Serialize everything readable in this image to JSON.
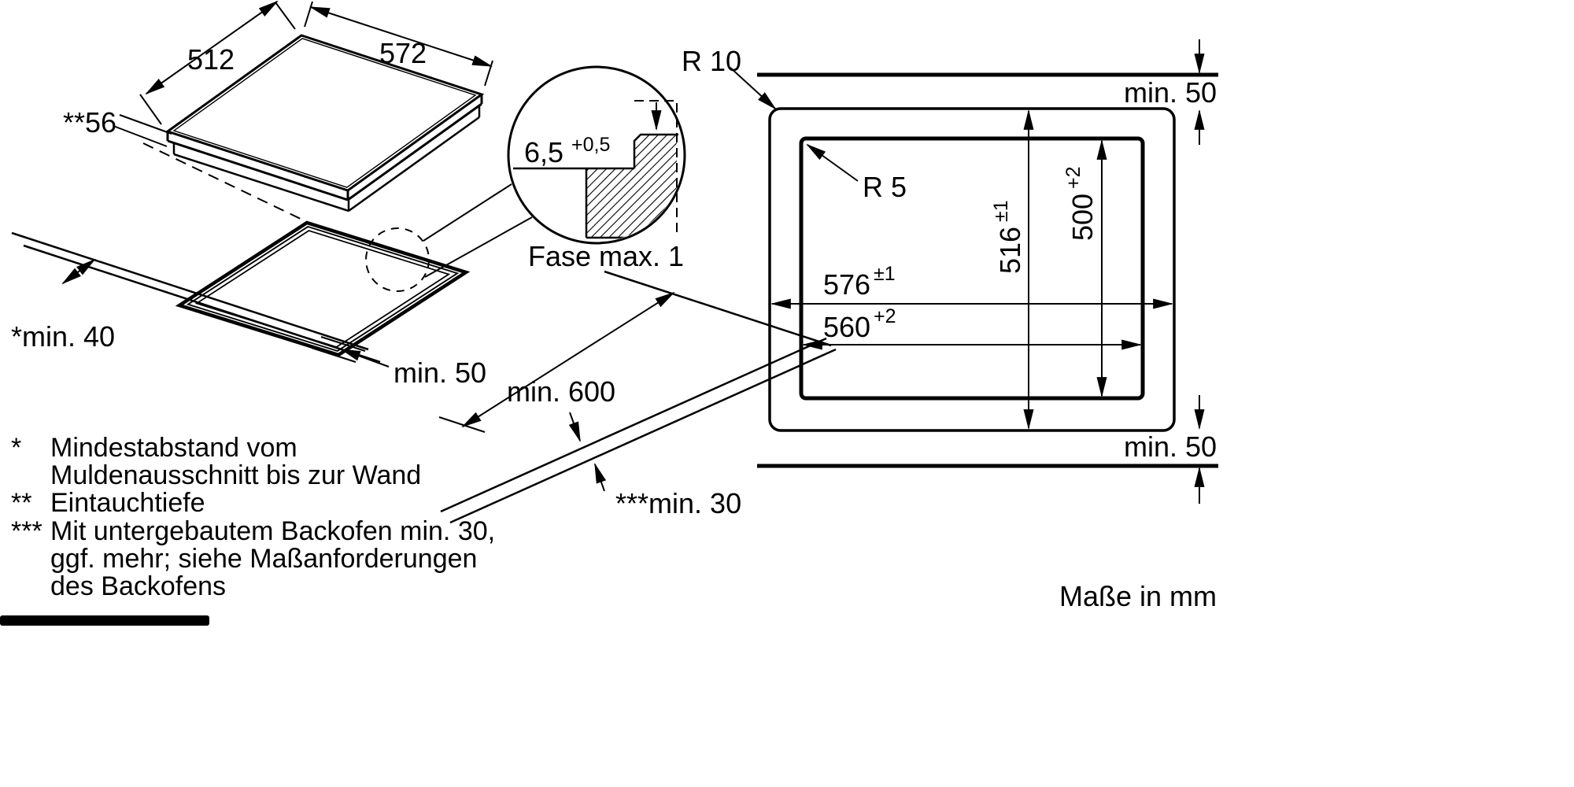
{
  "colors": {
    "ink": "#000000",
    "background": "#ffffff"
  },
  "iso_view": {
    "dim_top_left": "512",
    "dim_top_right": "572",
    "dim_depth": "**56",
    "dim_wall": "*min. 40",
    "dim_side": "min. 50",
    "dim_front": "min. 600",
    "dim_oven_gap": "***min. 30"
  },
  "detail_view": {
    "depth_value": "6,5",
    "depth_tolerance": "+0,5",
    "caption": "Fase max. 1"
  },
  "top_view": {
    "radius_outer": "R 10",
    "radius_inner": "R 5",
    "clearance_top": "min. 50",
    "clearance_bottom": "min. 50",
    "width_outer_value": "576",
    "width_outer_tol": "±1",
    "width_inner_value": "560",
    "width_inner_tol": "+2",
    "height_outer_value": "516",
    "height_outer_tol": "±1",
    "height_inner_value": "500",
    "height_inner_tol": "+2"
  },
  "footnotes": {
    "marker_1": "*",
    "line_1a": "Mindestabstand vom",
    "line_1b": "Muldenausschnitt bis zur Wand",
    "marker_2": "**",
    "line_2": "Eintauchtiefe",
    "marker_3": "***",
    "line_3a": "Mit untergebautem Backofen min. 30,",
    "line_3b": "ggf. mehr; siehe Maßanforderungen",
    "line_3c": "des Backofens"
  },
  "units_label": "Maße in mm"
}
